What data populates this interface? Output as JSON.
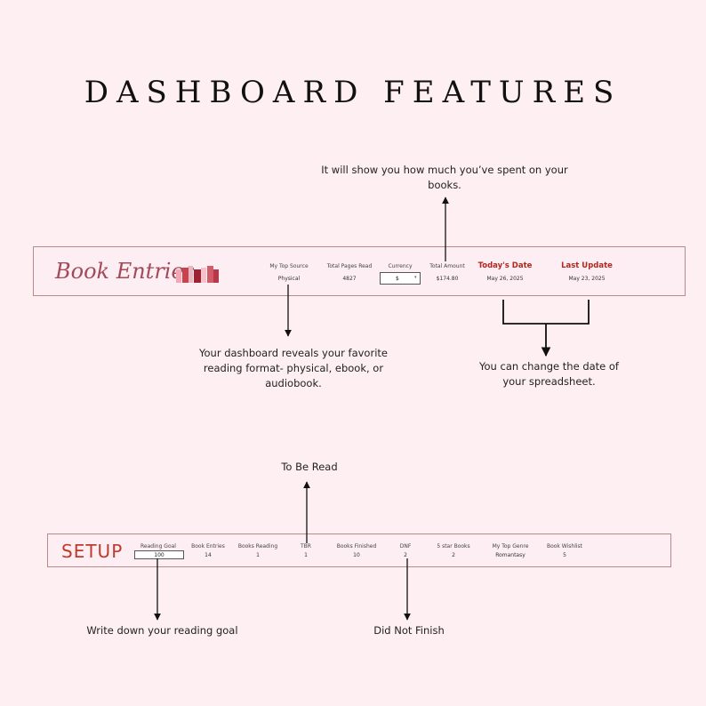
{
  "page_title": "DASHBOARD FEATURES",
  "notes": {
    "spent": "It will show you how much you’ve spent on your books.",
    "source": "Your dashboard reveals your favorite reading format- physical, ebook, or audiobook.",
    "date": "You can change the date of your spreadsheet.",
    "tbr": "To Be Read",
    "goal": "Write down your reading goal",
    "dnf": "Did Not Finish"
  },
  "entries_bar": {
    "logo": "Book Entries",
    "top_source_label": "My Top Source",
    "top_source_value": "Physical",
    "pages_label": "Total Pages Read",
    "pages_value": "4827",
    "currency_label": "Currency",
    "currency_value": "$",
    "amount_label": "Total Amount",
    "amount_value": "$174.80",
    "today_label": "Today's Date",
    "today_value": "May 26, 2025",
    "update_label": "Last Update",
    "update_value": "May 23, 2025",
    "book_colors": [
      "#f2a6b6",
      "#c9434f",
      "#e9b7bf",
      "#9c2232",
      "#f4c2cc",
      "#d35c6a",
      "#b8384a"
    ]
  },
  "setup_bar": {
    "title": "SETUP",
    "goal_label": "Reading Goal",
    "goal_value": "100",
    "entries_label": "Book Entries",
    "entries_value": "14",
    "reading_label": "Books Reading",
    "reading_value": "1",
    "tbr_label": "TBR",
    "tbr_value": "1",
    "finished_label": "Books Finished",
    "finished_value": "10",
    "dnf_label": "DNF",
    "dnf_value": "2",
    "five_star_label": "5 star Books",
    "five_star_value": "2",
    "genre_label": "My Top Genre",
    "genre_value": "Romantasy",
    "wishlist_label": "Book Wishlist",
    "wishlist_value": "5"
  }
}
